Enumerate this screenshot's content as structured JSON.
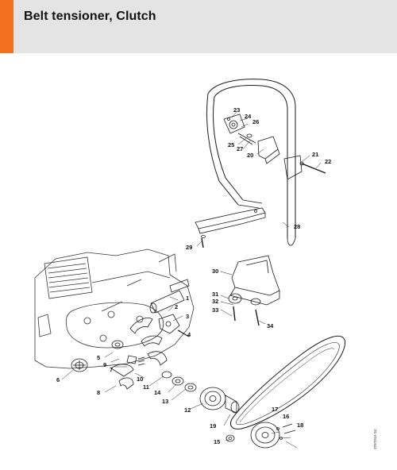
{
  "header": {
    "title": "Belt tensioner, Clutch",
    "accent_color": "#f37021",
    "background_color": "#e4e4e4"
  },
  "diagram": {
    "part_numbers": [
      "1",
      "2",
      "3",
      "4",
      "5",
      "6",
      "7",
      "8",
      "9",
      "10",
      "11",
      "12",
      "13",
      "14",
      "15",
      "16",
      "17",
      "18",
      "19",
      "20",
      "21",
      "22",
      "23",
      "24",
      "25",
      "26",
      "27",
      "28",
      "29",
      "30",
      "31",
      "32",
      "33",
      "34"
    ],
    "drawing_code": "3TET010 SC"
  }
}
